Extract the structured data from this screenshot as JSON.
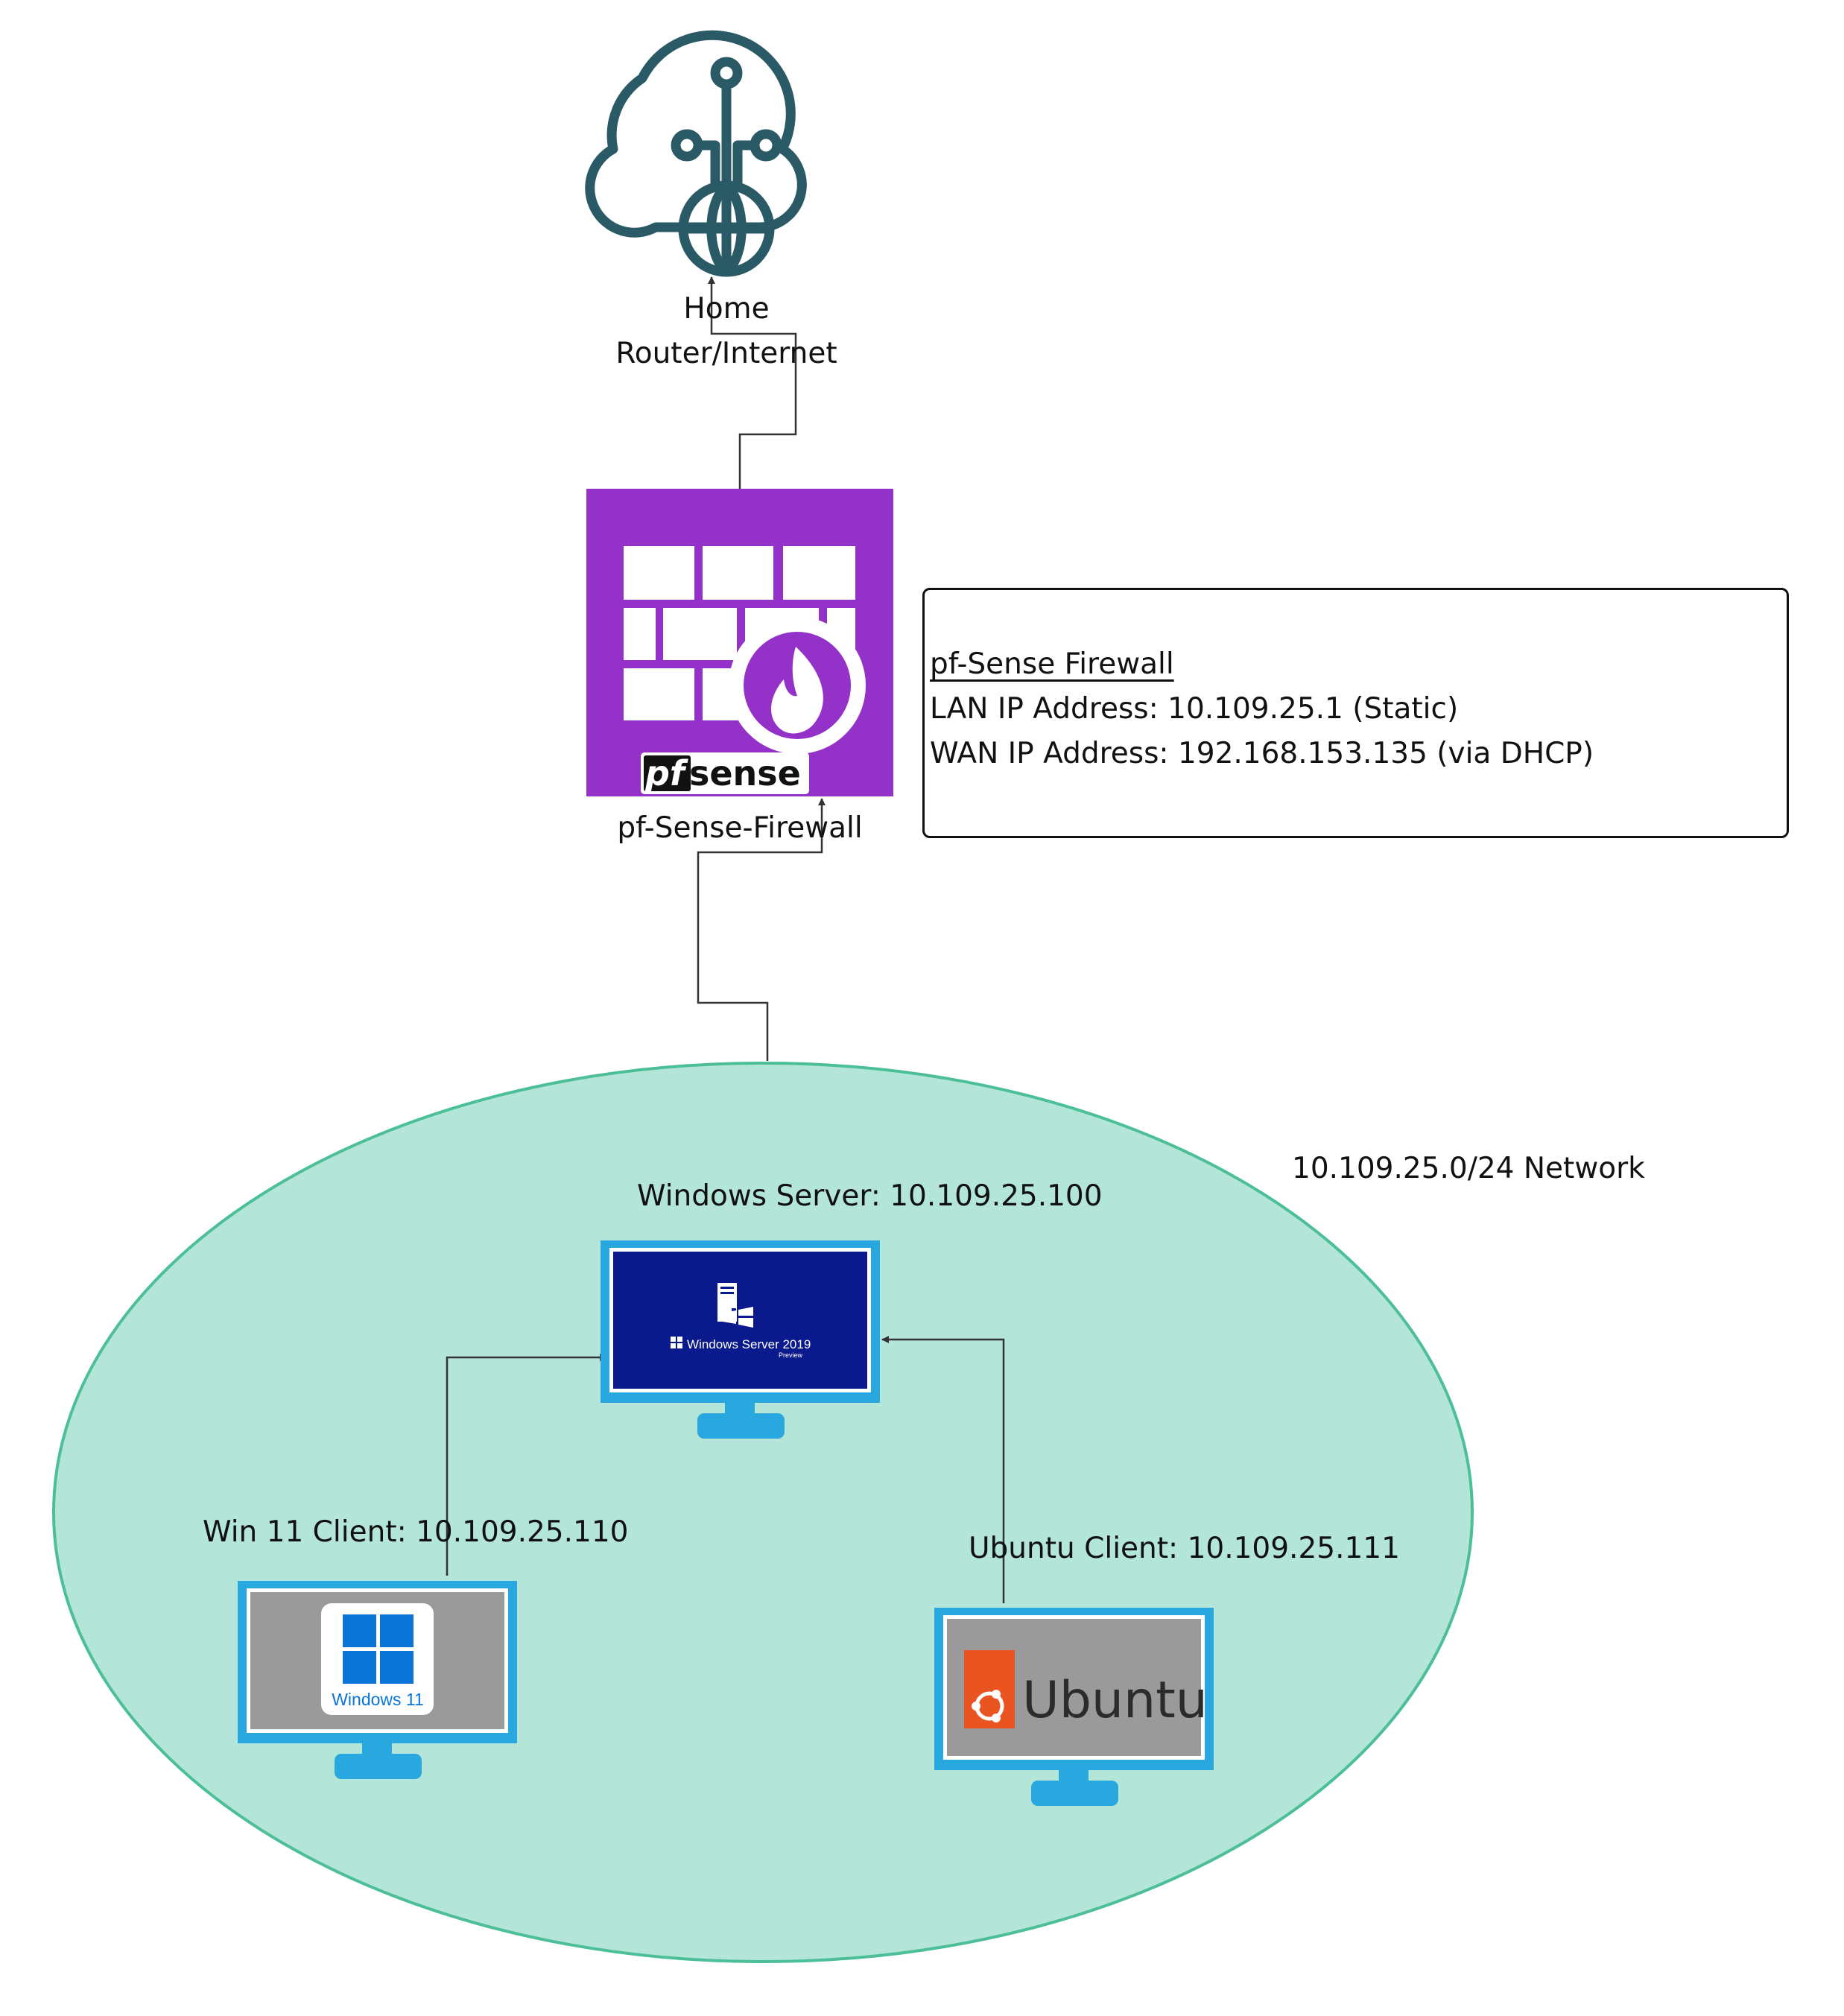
{
  "nodes": {
    "internet": {
      "label": "Home\nRouter/Internet",
      "icon": "cloud-globe-icon"
    },
    "firewall": {
      "label": "pf-Sense-Firewall",
      "icon": "firewall-brick-icon",
      "logo_text": "pfsense"
    },
    "network": {
      "label": "10.109.25.0/24 Network"
    },
    "server": {
      "label": "Windows Server: 10.109.25.100",
      "screen_text": "Windows Server 2019",
      "screen_subtext": "Preview"
    },
    "win11": {
      "label": "Win 11 Client: 10.109.25.110",
      "screen_text": "Windows 11"
    },
    "ubuntu": {
      "label": "Ubuntu Client: 10.109.25.111",
      "screen_text": "Ubuntu"
    }
  },
  "info_box": {
    "title": "pf-Sense Firewall",
    "lan": "LAN IP Address: 10.109.25.1 (Static)",
    "wan": "WAN IP Address: 192.168.153.135 (via DHCP)"
  },
  "edges": [
    {
      "from": "firewall",
      "to": "internet"
    },
    {
      "from": "network",
      "to": "firewall"
    },
    {
      "from": "win11",
      "to": "server"
    },
    {
      "from": "ubuntu",
      "to": "server"
    }
  ],
  "colors": {
    "cloud": "#2a5a66",
    "firewall": "#9331c9",
    "network_fill": "#b4e5d9",
    "network_stroke": "#4cbf98",
    "monitor": "#29a8e0",
    "server_screen": "#0a1a8c",
    "client_screen": "#9a9a9a",
    "win_blue": "#0b74d8",
    "ubuntu_orange": "#e95420"
  }
}
